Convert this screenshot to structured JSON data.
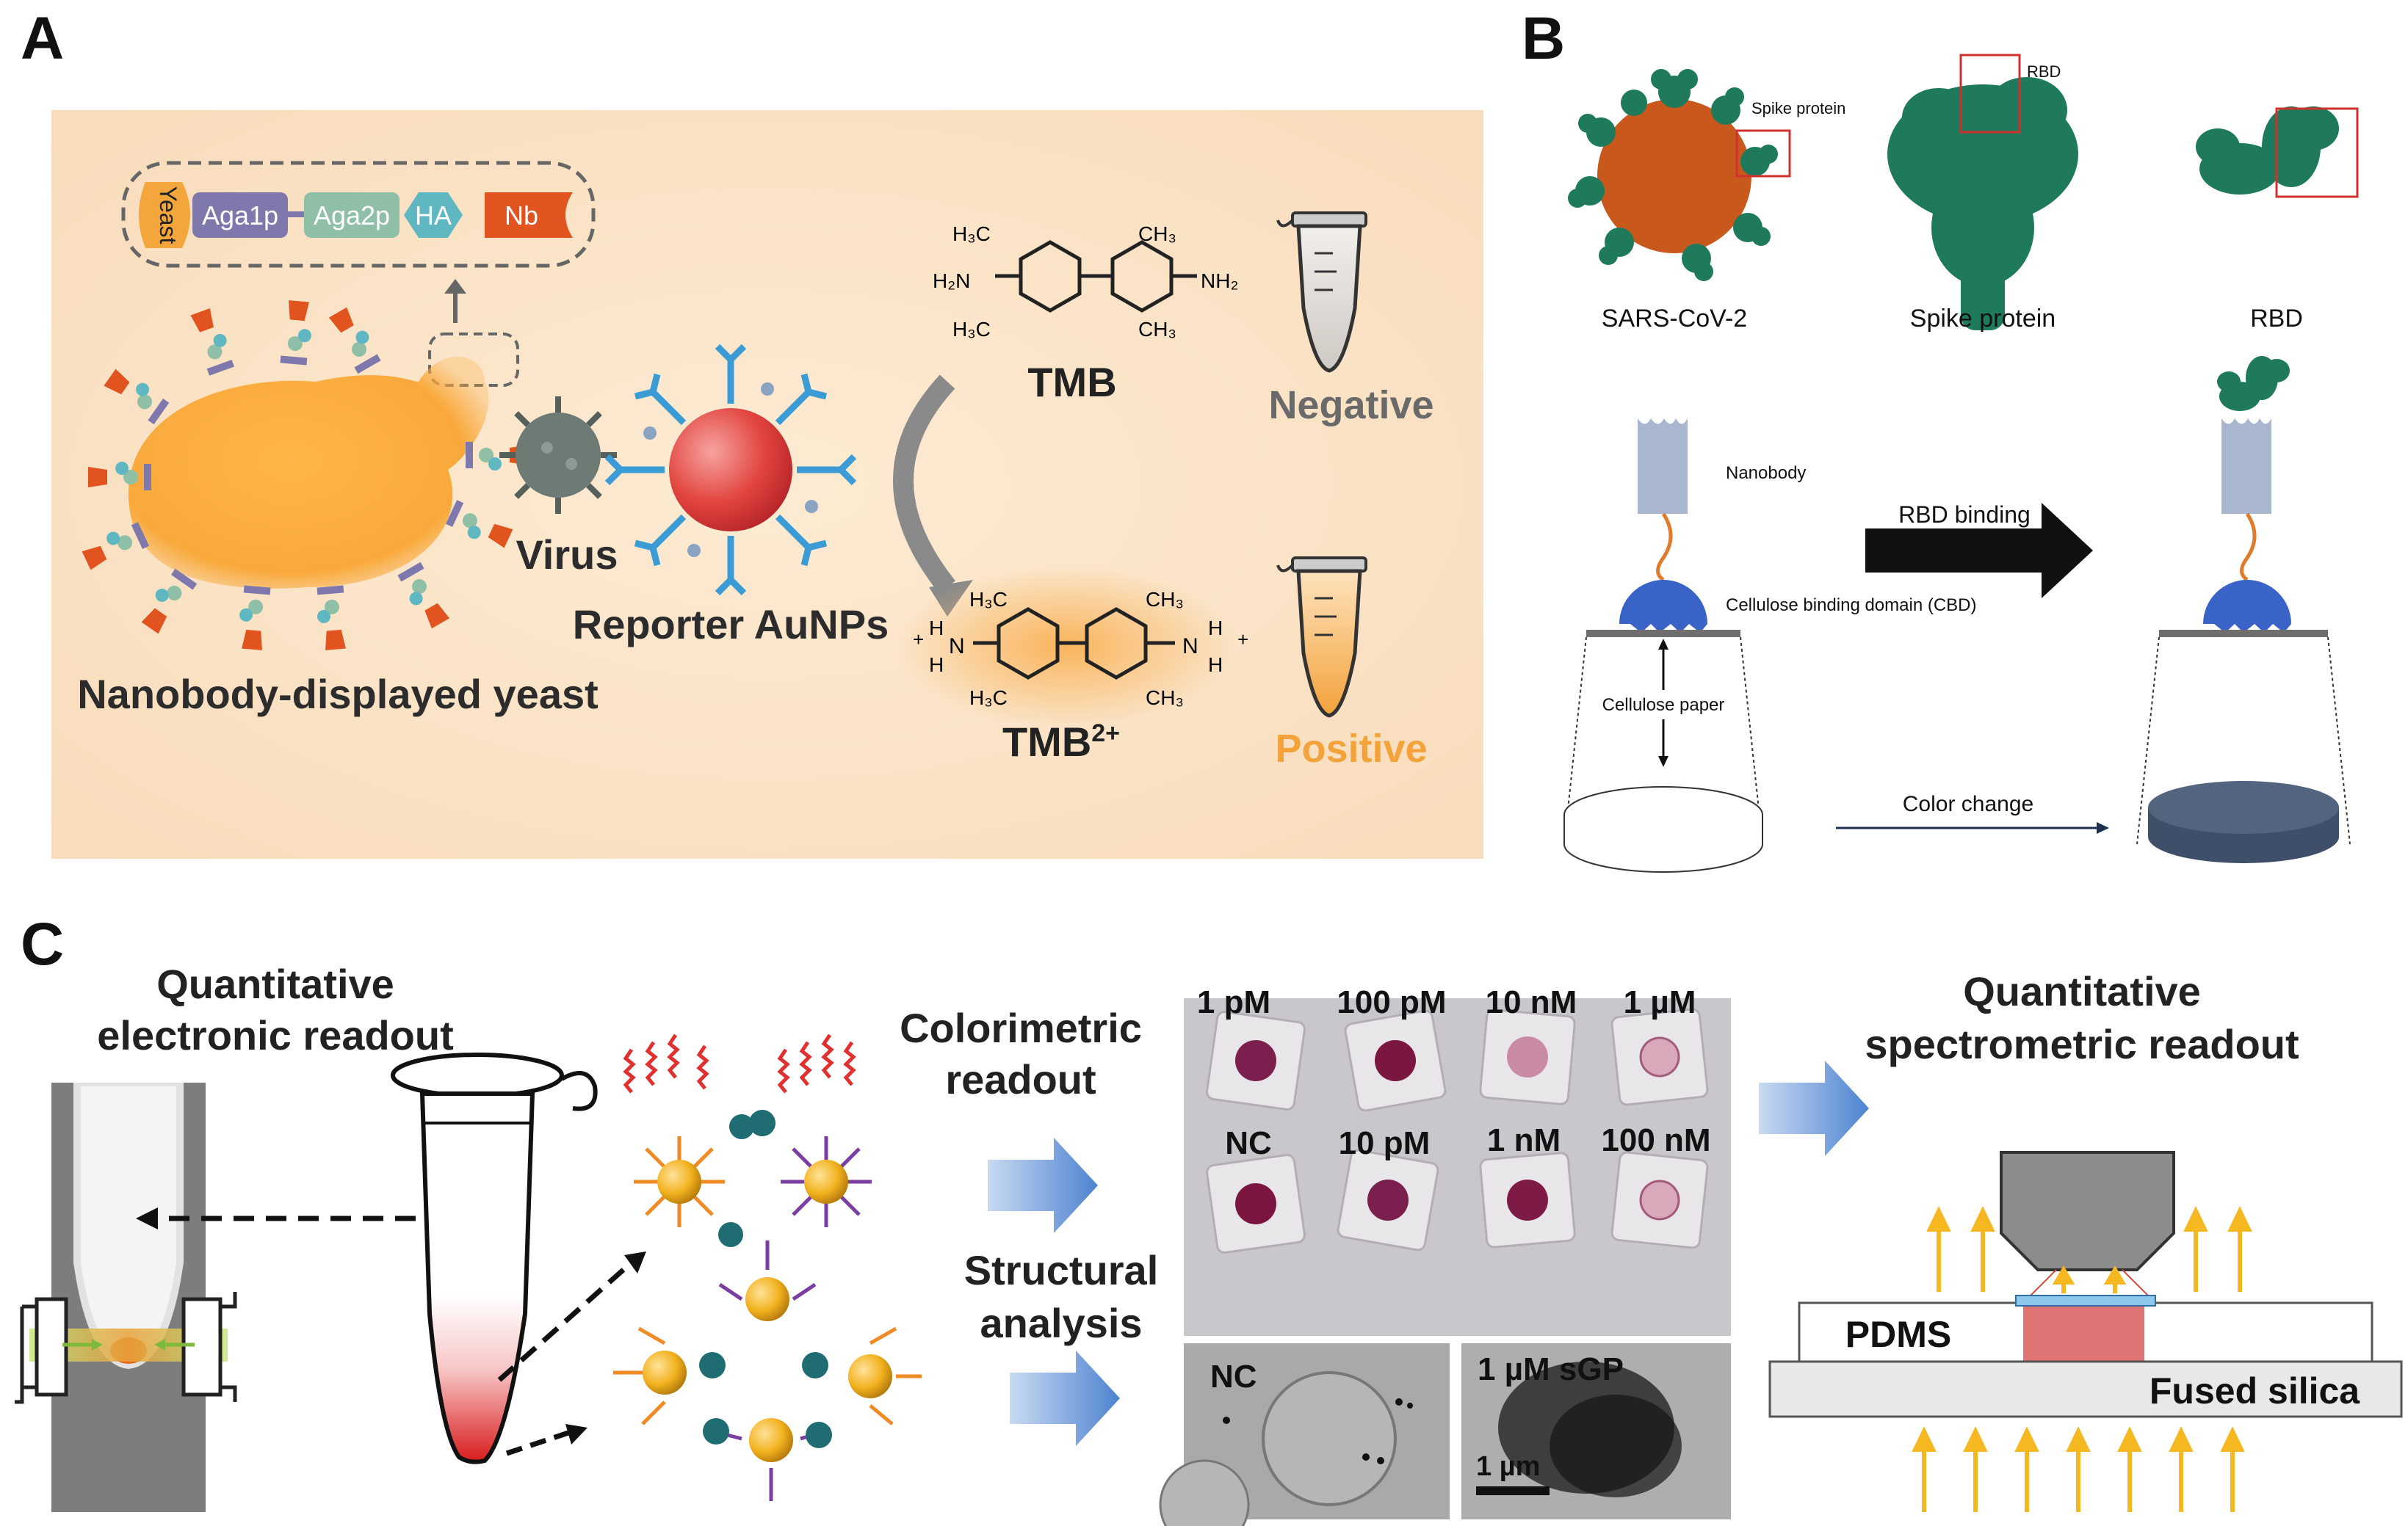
{
  "panels": {
    "a": "A",
    "b": "B",
    "c": "C"
  },
  "panel_a": {
    "construct": [
      "Yeast",
      "Aga1p",
      "Aga2p",
      "HA",
      "Nb"
    ],
    "tmb": "TMB",
    "tmb_ox_base": "TMB",
    "tmb_ox_sup": "2+",
    "negative": "Negative",
    "positive": "Positive",
    "virus": "Virus",
    "reporter": "Reporter AuNPs",
    "yeast_label": "Nanobody-displayed yeast",
    "chem": {
      "ch3": "CH₃",
      "h3c": "H₃C",
      "h2n": "H₂N",
      "nh2": "NH₂",
      "n": "N",
      "h": "H",
      "plus": "+"
    },
    "colors": {
      "background": "#fbe3c6",
      "yeast": "#f9a93b",
      "positive": "#f4a23a",
      "nb": "#e2541f"
    }
  },
  "panel_b": {
    "spike_protein_small": "Spike protein",
    "rbd_small": "RBD",
    "sars": "SARS-CoV-2",
    "spike": "Spike protein",
    "rbd": "RBD",
    "nanobody": "Nanobody",
    "rbd_binding": "RBD binding",
    "cbd": "Cellulose binding domain (CBD)",
    "cellulose_paper": "Cellulose paper",
    "color_change": "Color change",
    "colors": {
      "virus": "#c8581b",
      "protein": "#1e7a5a",
      "cbd": "#3a63c8",
      "nanobody": "#a9b6cf",
      "disc_after": "#53647f"
    }
  },
  "panel_c": {
    "electronic_title": [
      "Quantitative",
      "electronic readout"
    ],
    "colorimetric": [
      "Colorimetric",
      "readout"
    ],
    "structural": [
      "Structural",
      "analysis"
    ],
    "spectro_title": [
      "Quantitative",
      "spectrometric readout"
    ],
    "wells_top": [
      "1 pM",
      "100 pM",
      "10 nM",
      "1 µM"
    ],
    "wells_bottom": [
      "NC",
      "10 pM",
      "1 nM",
      "100 nM"
    ],
    "tem_left": "NC",
    "tem_right": "1 µM sGP",
    "scale": "1 µm",
    "pdms": "PDMS",
    "fused_silica": "Fused silica",
    "colors": {
      "arrow": "#5b8fd6",
      "gold": "#f2b21f",
      "orange_ligand": "#f08a24",
      "purple_ligand": "#7a3fa0",
      "up_arrow": "#f6b820"
    }
  }
}
